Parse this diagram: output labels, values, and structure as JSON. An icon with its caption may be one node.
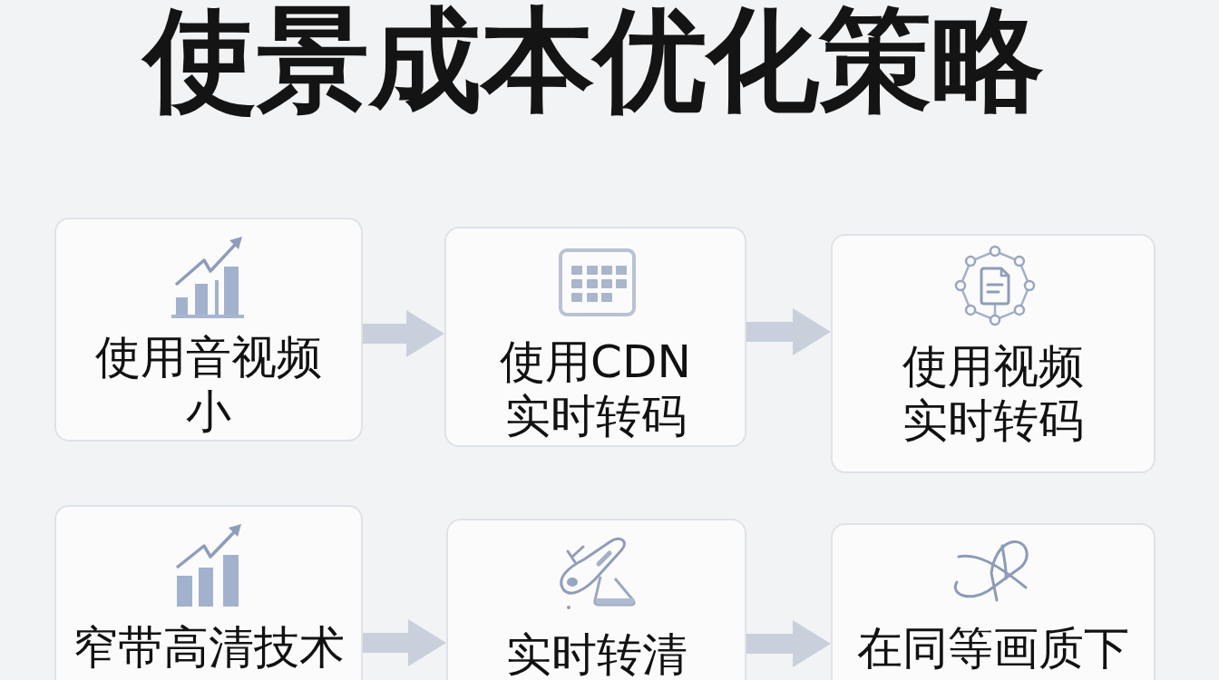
{
  "diagram": {
    "title": "使景成本优化策略",
    "nodes": [
      {
        "text": [
          "使用音视频小"
        ]
      },
      {
        "text": [
          "使用CDN实时转码"
        ]
      },
      {
        "text": [
          "使用视频实时转码"
        ]
      },
      {
        "text": [
          "窄带高清技术"
        ]
      },
      {
        "text": [
          "实时转清"
        ]
      },
      {
        "text": [
          "在同等画质下"
        ]
      }
    ],
    "edges": [
      {
        "from": 0,
        "to": 1,
        "arrow": "to"
      },
      {
        "from": 1,
        "to": 2,
        "arrow": "to"
      },
      {
        "from": 3,
        "to": 4,
        "arrow": "to"
      },
      {
        "from": 4,
        "to": 5,
        "arrow": "to"
      }
    ]
  }
}
